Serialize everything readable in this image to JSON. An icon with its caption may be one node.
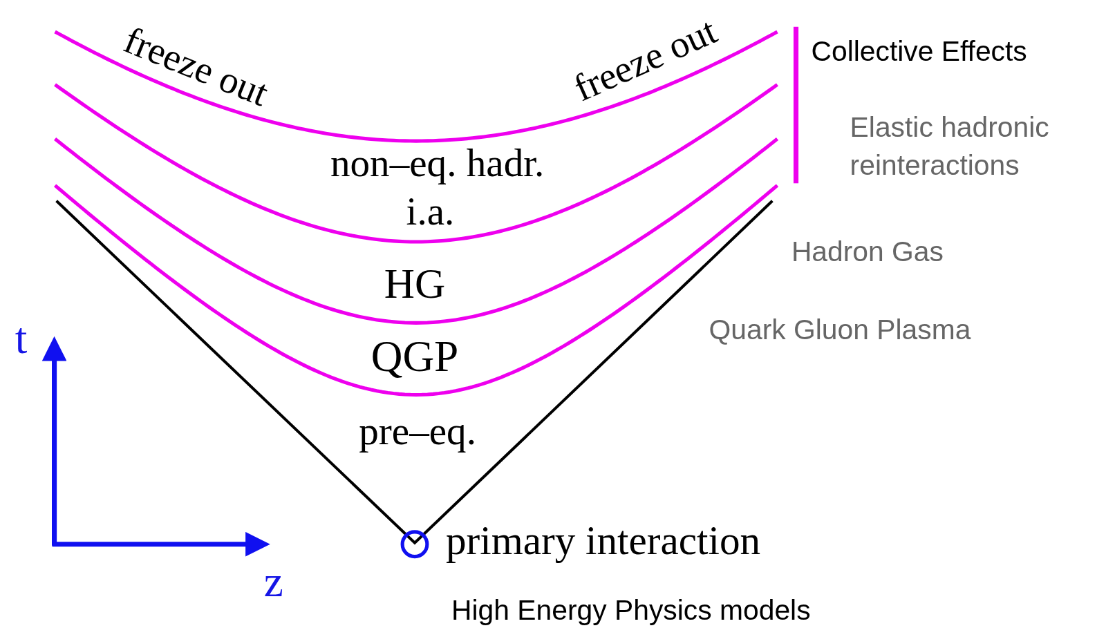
{
  "diagram": {
    "nodes": [
      {
        "text": [],
        "shape": "circle",
        "beside": [
          "primary interaction"
        ]
      }
    ],
    "labels": [
      "freeze out",
      "freeze out",
      "Collective Effects",
      "Elastic hadronic reinteractions",
      "non–eq. hadr.",
      "i.a.",
      "Hadron Gas",
      "HG",
      "Quark Gluon Plasma",
      "t",
      "QGP",
      "pre–eq.",
      "z",
      "High Energy Physics models"
    ]
  }
}
